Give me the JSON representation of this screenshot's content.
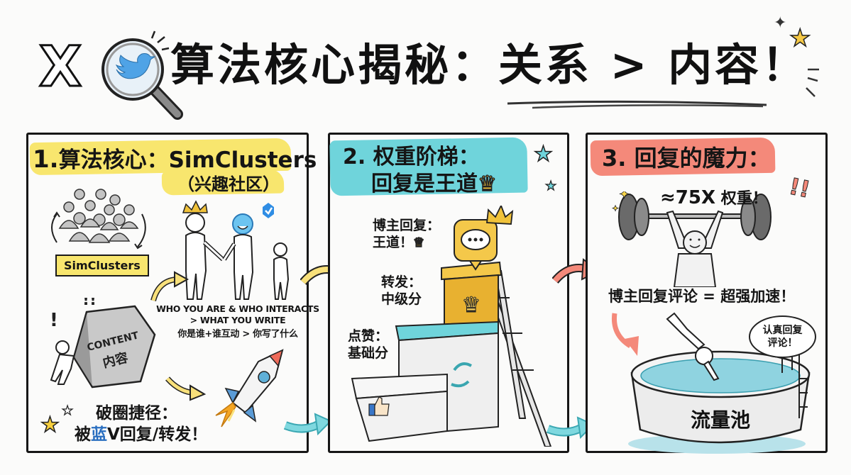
{
  "title": {
    "logo_text": "X",
    "magnifier_icon": "twitter-bird-in-magnifier",
    "text": "算法核心揭秘：关系 > 内容！"
  },
  "panel1": {
    "number": "1.",
    "heading": "算法核心：SimClusters",
    "subheading": "（兴趣社区）",
    "tag": "SimClusters",
    "box_label_en": "CONTENT",
    "box_label_cn": "内容",
    "rule_line1": "WHO YOU ARE & WHO INTERACTS",
    "rule_line2": "> WHAT YOU WRITE",
    "rule_line3": "你是谁+谁互动 > 你写了什么",
    "breakout_line1": "破圈捷径：",
    "breakout_pre": "被",
    "breakout_blue": "蓝",
    "breakout_post": "V回复/转发！",
    "accent_color": "#f8e66e"
  },
  "panel2": {
    "number": "2.",
    "heading_line1": "权重阶梯：",
    "heading_line2": "回复是王道",
    "tier_top_label1": "博主回复：",
    "tier_top_label2": "王道！",
    "tier_mid_label1": "转发：",
    "tier_mid_label2": "中级分",
    "tier_low_label1": "点赞：",
    "tier_low_label2": "基础分",
    "accent_color": "#6fd4db"
  },
  "panel3": {
    "number": "3.",
    "heading": "回复的魔力：",
    "weight_approx": "≈75X",
    "weight_suffix": "权重！",
    "boost_text": "博主回复评论 = 超强加速！",
    "bubble_line1": "认真回复",
    "bubble_line2": "评论！",
    "pool_label": "流量池",
    "accent_color": "#f4897a"
  }
}
